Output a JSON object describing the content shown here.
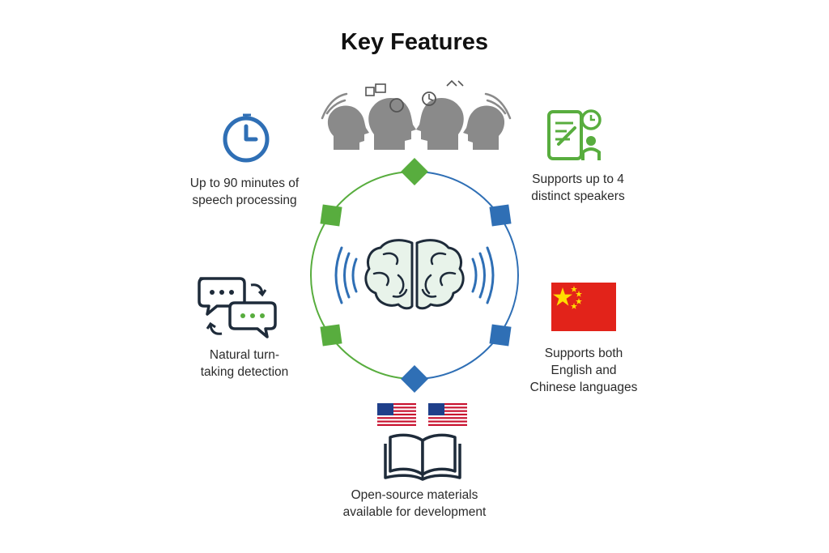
{
  "title": "Key Features",
  "colors": {
    "green": "#58ad3e",
    "blue": "#2f6fb5",
    "gray": "#8a8a8a",
    "dark": "#1e2b3a",
    "flag_red": "#e2231a",
    "flag_yellow": "#ffde00"
  },
  "features": [
    {
      "id": "duration",
      "icon": "clock-icon",
      "lines": [
        "Up to 90 minutes of",
        "speech processing"
      ]
    },
    {
      "id": "speakers",
      "icon": "tablet-speaker-icon",
      "lines": [
        "Supports up to 4",
        "distinct speakers"
      ]
    },
    {
      "id": "turn-taking",
      "icon": "chat-bubbles-icon",
      "lines": [
        "Natural turn-",
        "taking detection"
      ]
    },
    {
      "id": "languages",
      "icon": "china-flag-icon",
      "lines": [
        "Supports both",
        "English and",
        "Chinese languages"
      ]
    },
    {
      "id": "open-source",
      "icon": "open-book-icon",
      "lines": [
        "Open-source materials",
        "available for development"
      ]
    }
  ],
  "center_icon": "brain-waves-icon",
  "top_icon": "speaking-heads-icon",
  "bottom_flags": "us-flag-icon"
}
